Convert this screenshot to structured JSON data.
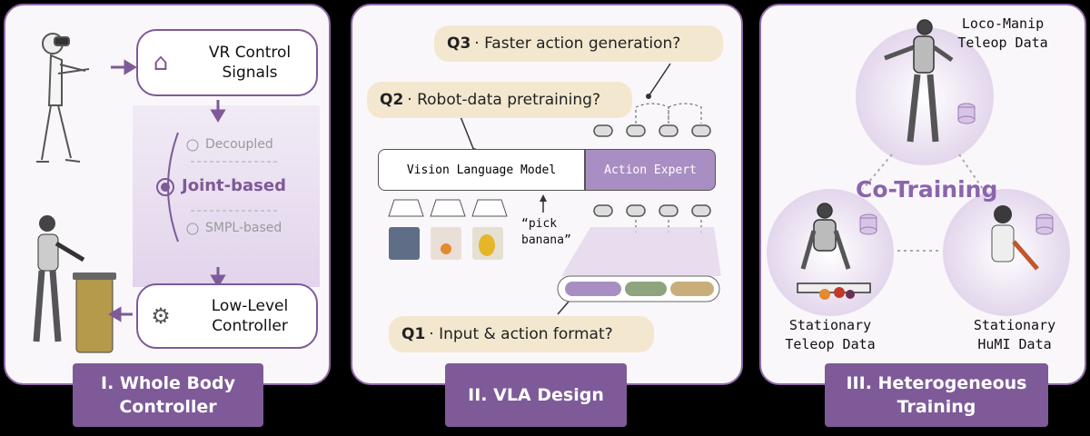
{
  "panel1": {
    "caption": "I. Whole Body Controller",
    "vr_label": "VR Control Signals",
    "options": [
      "Decoupled",
      "Joint-based",
      "SMPL-based"
    ],
    "low_level_label": "Low-Level Controller"
  },
  "panel2": {
    "caption": "II. VLA Design",
    "q3": {
      "tag": "Q3",
      "text": "· Faster action generation?"
    },
    "q2": {
      "tag": "Q2",
      "text": "· Robot-data pretraining?"
    },
    "q1": {
      "tag": "Q1",
      "text": "· Input & action format?"
    },
    "vlm_label": "Vision Language Model",
    "action_expert_label": "Action Expert",
    "prompt_line1": "“pick",
    "prompt_line2": "banana”"
  },
  "panel3": {
    "caption": "III. Heterogeneous Training",
    "center_label": "Co-Training",
    "top_label": "Loco-Manip Teleop Data",
    "left_label": "Stationary Teleop Data",
    "right_label": "Stationary HuMI Data"
  },
  "colors": {
    "purple": "#7e5a98",
    "tan": "#f3e8cf",
    "green": "#8ea47f",
    "gold": "#c9ae7c"
  }
}
